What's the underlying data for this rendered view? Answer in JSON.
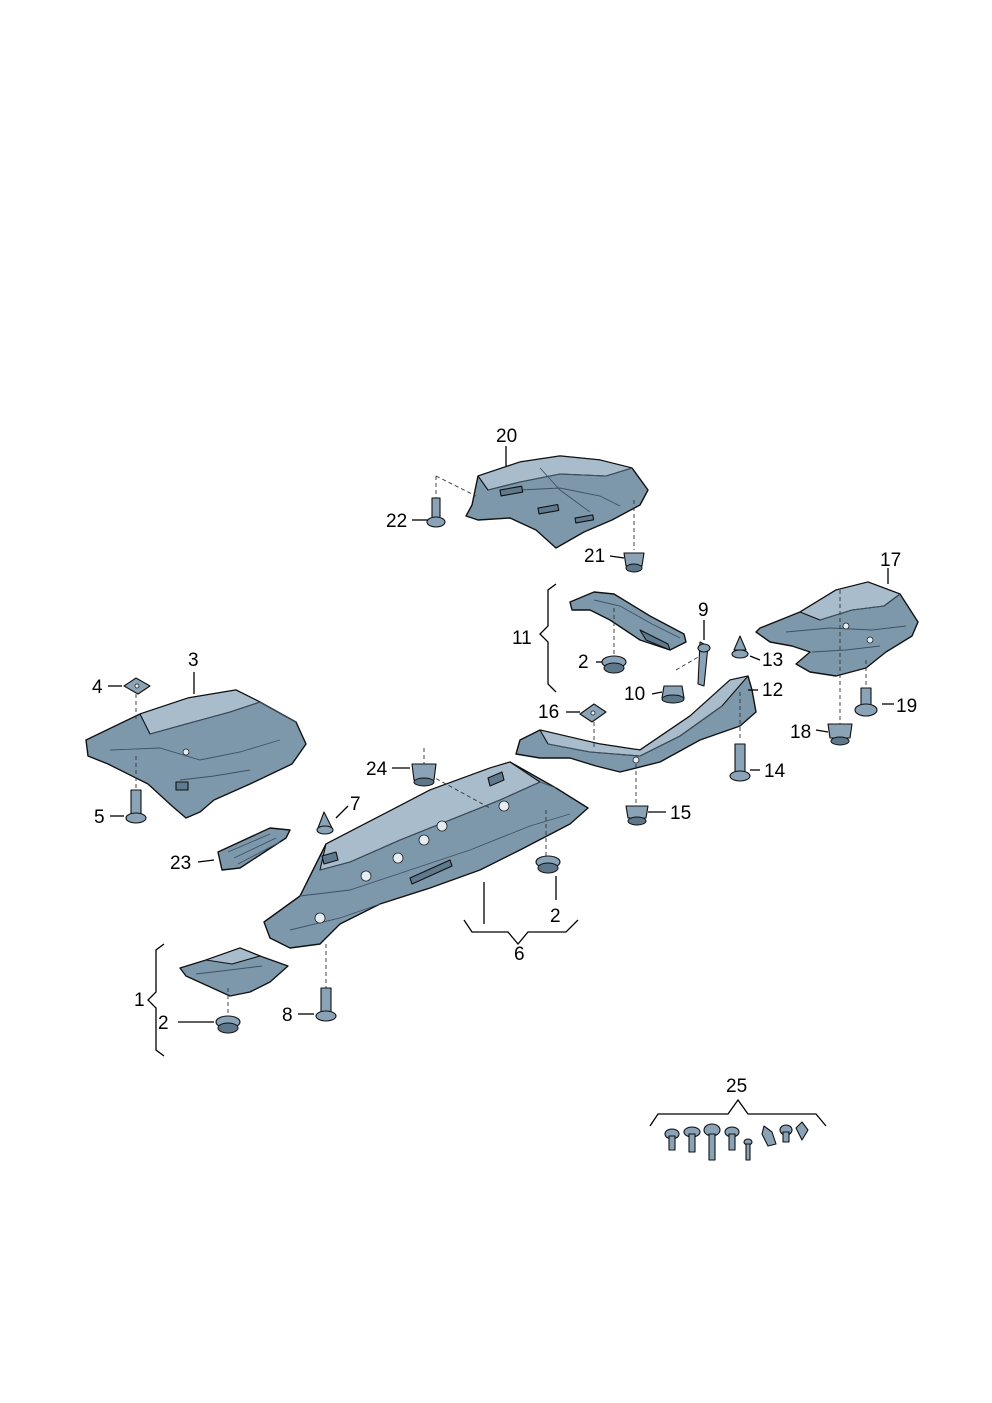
{
  "callouts": {
    "c1": "1",
    "c2a": "2",
    "c2b": "2",
    "c2c": "2",
    "c3": "3",
    "c4": "4",
    "c5": "5",
    "c6": "6",
    "c7": "7",
    "c8": "8",
    "c9": "9",
    "c10": "10",
    "c11": "11",
    "c12": "12",
    "c13": "13",
    "c14": "14",
    "c15": "15",
    "c16": "16",
    "c17": "17",
    "c18": "18",
    "c19": "19",
    "c20": "20",
    "c21": "21",
    "c22": "22",
    "c23": "23",
    "c24": "24",
    "c25": "25"
  },
  "colors": {
    "part_fill": "#7e98ab",
    "part_light": "#a9bccb",
    "part_dark": "#5f7a8e",
    "line": "#000000"
  }
}
